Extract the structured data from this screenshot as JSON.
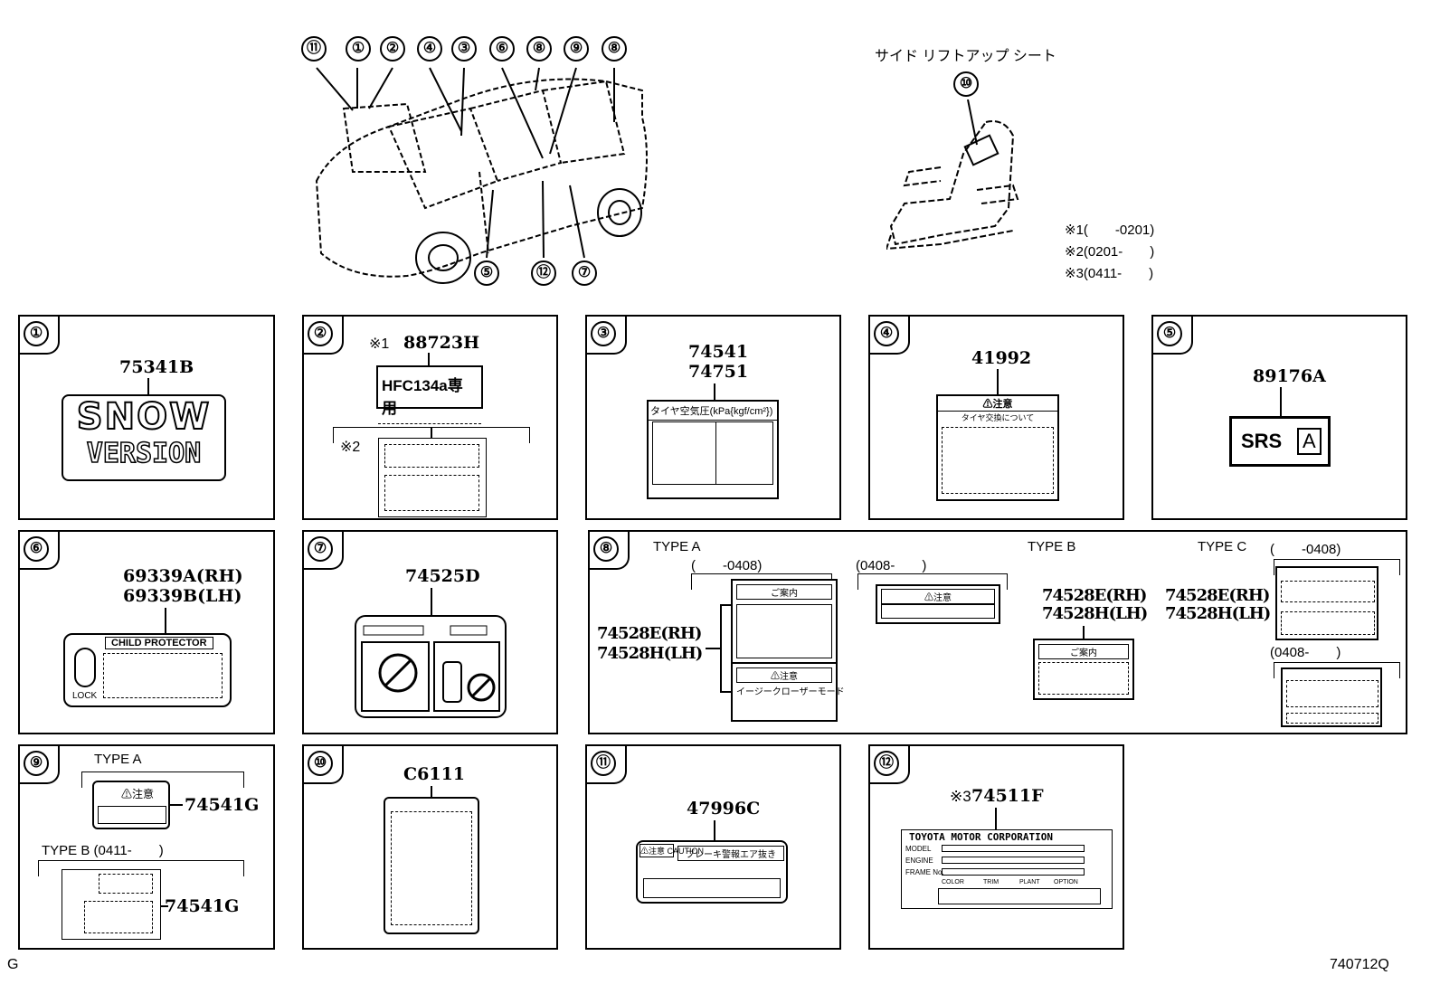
{
  "overview": {
    "callouts_top": [
      "⑪",
      "①",
      "②",
      "④",
      "③",
      "⑥",
      "⑧",
      "⑨",
      "⑧"
    ],
    "callouts_bottom": [
      "⑤",
      "⑫",
      "⑦"
    ],
    "seat_title": "サイド リフトアップ シート",
    "seat_callout": "⑩",
    "notes": [
      "※1(　　-0201)",
      "※2(0201-　　)",
      "※3(0411-　　)"
    ]
  },
  "panels": {
    "p1": {
      "num": "①",
      "part": "75341B",
      "label_line1": "SNOW",
      "label_line2": "VERSION"
    },
    "p2": {
      "num": "②",
      "note1": "※1",
      "part": "88723H",
      "label_text": "HFC134a専用",
      "note2": "※2"
    },
    "p3": {
      "num": "③",
      "part1": "74541",
      "part2": "74751",
      "label_text": "タイヤ空気圧(kPa{kgf/cm²})"
    },
    "p4": {
      "num": "④",
      "part": "41992",
      "label_head": "⚠注意",
      "label_sub": "タイヤ交換について"
    },
    "p5": {
      "num": "⑤",
      "part": "89176A",
      "label_text": "SRS",
      "label_box": "A"
    },
    "p6": {
      "num": "⑥",
      "part1": "69339A(RH)",
      "part2": "69339B(LH)",
      "label_text": "CHILD PROTECTOR",
      "lock_text": "LOCK"
    },
    "p7": {
      "num": "⑦",
      "part": "74525D"
    },
    "p8": {
      "num": "⑧",
      "type_a": "TYPE A",
      "type_a_range1": "(　　-0408)",
      "type_a_range2": "(0408-　　)",
      "type_b": "TYPE B",
      "type_c": "TYPE C",
      "type_c_range1": "(　　-0408)",
      "type_c_range2": "(0408-　　)",
      "part_rh": "74528E(RH)",
      "part_lh": "74528H(LH)",
      "label_guide": "ご案内",
      "label_caution": "⚠注意",
      "label_caution_text": "イージークローザーモード"
    },
    "p9": {
      "num": "⑨",
      "type_a": "TYPE A",
      "type_b": "TYPE B (0411-　　)",
      "part": "74541G",
      "label_text": "⚠注意"
    },
    "p10": {
      "num": "⑩",
      "part": "C6111"
    },
    "p11": {
      "num": "⑪",
      "part": "47996C",
      "label_caution": "⚠注意 CAUTION",
      "label_text": "ブレーキ警報エア抜き"
    },
    "p12": {
      "num": "⑫",
      "note": "※3",
      "part": "74511F",
      "label_title": "TOYOTA MOTOR CORPORATION",
      "rows": [
        "MODEL",
        "ENGINE",
        "FRAME No."
      ],
      "cols": [
        "COLOR",
        "TRIM",
        "PLANT",
        "OPTION"
      ]
    }
  },
  "footer": {
    "left": "G",
    "right": "740712Q"
  }
}
